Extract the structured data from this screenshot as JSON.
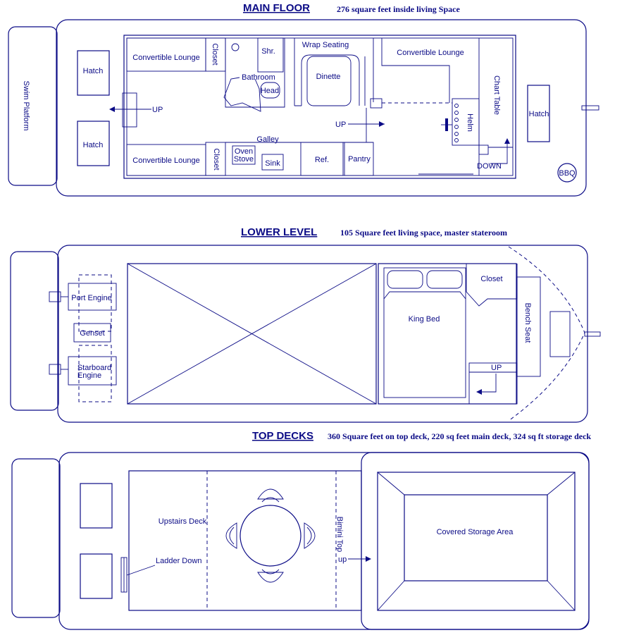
{
  "main_floor": {
    "title": "MAIN FLOOR",
    "subtitle": "276 square feet inside living Space",
    "labels": {
      "swim_platform": "Swim Platform",
      "hatch": "Hatch",
      "up": "UP",
      "down": "DOWN",
      "convertible_lounge": "Convertible Lounge",
      "closet": "Closet",
      "shower": "Shr.",
      "bathroom": "Bathroom",
      "head": "Head",
      "wrap_seating": "Wrap Seating",
      "dinette": "Dinette",
      "chart_table": "Chart Table",
      "helm": "Helm",
      "galley": "Galley",
      "oven": "Oven",
      "stove": "Stove",
      "sink": "Sink",
      "ref": "Ref.",
      "pantry": "Pantry",
      "bbq": "BBQ"
    }
  },
  "lower_level": {
    "title": "LOWER LEVEL",
    "subtitle": "105 Square feet living space, master stateroom",
    "labels": {
      "port_engine": "Port Engine",
      "genset": "Genset",
      "starboard": "Starboard",
      "engine": "Engine",
      "king_bed": "King Bed",
      "closet": "Closet",
      "bench_seat": "Bench Seat",
      "up": "UP"
    }
  },
  "top_decks": {
    "title": "TOP DECKS",
    "subtitle": "360 Square feet on top deck, 220 sq feet main deck, 324 sq ft storage deck",
    "labels": {
      "upstairs_deck": "Upstairs Deck",
      "ladder_down": "Ladder Down",
      "bimini_top": "Bimini Top",
      "up": "up",
      "covered_storage": "Covered Storage Area"
    }
  },
  "colors": {
    "line": "#0b0b86",
    "background": "#ffffff"
  }
}
